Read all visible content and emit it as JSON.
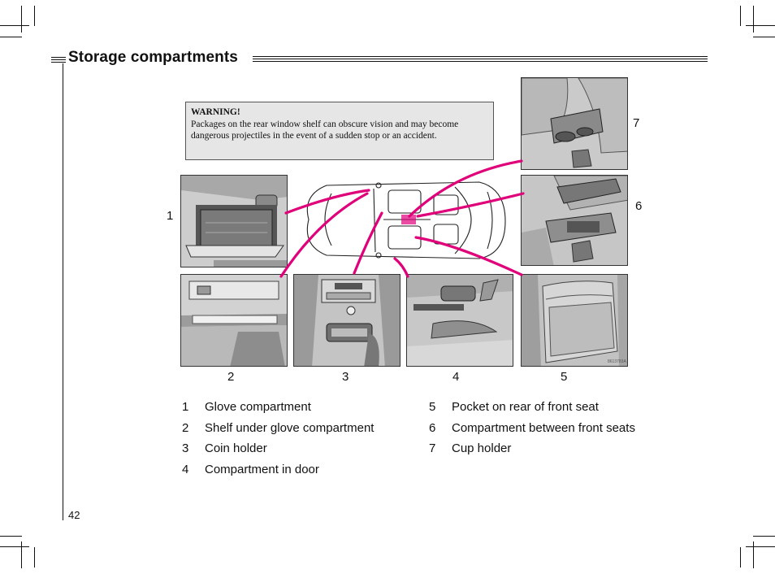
{
  "page": {
    "title": "Storage compartments",
    "page_number": "42"
  },
  "warning": {
    "heading": "WARNING!",
    "text": "Packages on the rear window shelf can obscure vision and may become dangerous projectiles in the event of a sudden stop or an accident."
  },
  "callouts": [
    "1",
    "2",
    "3",
    "4",
    "5",
    "6",
    "7"
  ],
  "image_code": "8613783A",
  "legend": {
    "left": [
      {
        "num": "1",
        "label": "Glove compartment"
      },
      {
        "num": "2",
        "label": "Shelf under glove compartment"
      },
      {
        "num": "3",
        "label": "Coin holder"
      },
      {
        "num": "4",
        "label": "Compartment in door"
      }
    ],
    "right": [
      {
        "num": "5",
        "label": "Pocket on rear of front seat"
      },
      {
        "num": "6",
        "label": "Compartment between front seats"
      },
      {
        "num": "7",
        "label": "Cup holder"
      }
    ]
  },
  "colors": {
    "pointer": "#e0007a",
    "photo": "#cfcfcf",
    "warning_bg": "#e6e6e6"
  }
}
